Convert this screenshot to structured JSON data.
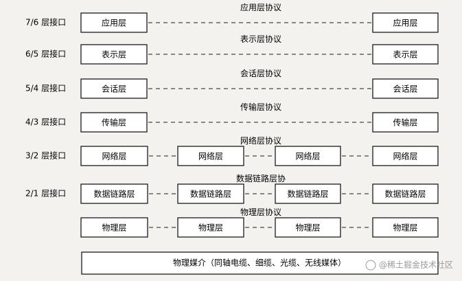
{
  "layers": [
    {
      "interface": "7/6 层接口",
      "protocol": "应用层协议",
      "nodes": [
        "应用层",
        "应用层"
      ]
    },
    {
      "interface": "6/5 层接口",
      "protocol": "表示层协议",
      "nodes": [
        "表示层",
        "表示层"
      ]
    },
    {
      "interface": "5/4 层接口",
      "protocol": "会话层协议",
      "nodes": [
        "会话层",
        "会话层"
      ]
    },
    {
      "interface": "4/3 层接口",
      "protocol": "传输层协议",
      "nodes": [
        "传输层",
        "传输层"
      ]
    },
    {
      "interface": "3/2 层接口",
      "protocol": "网络层协议",
      "nodes": [
        "网络层",
        "网络层",
        "网络层",
        "网络层"
      ]
    },
    {
      "interface": "2/1 层接口",
      "protocol": "数据链路层协",
      "nodes": [
        "数据链路层",
        "数据链路层",
        "数据链路层",
        "数据链路层"
      ]
    },
    {
      "interface": "",
      "protocol": "物理层协议",
      "nodes": [
        "物理层",
        "物理层",
        "物理层",
        "物理层"
      ]
    }
  ],
  "media": "物理媒介（同轴电缆、细缆、光缆、无线媒体）",
  "watermark": "@稀土掘金技术社区"
}
